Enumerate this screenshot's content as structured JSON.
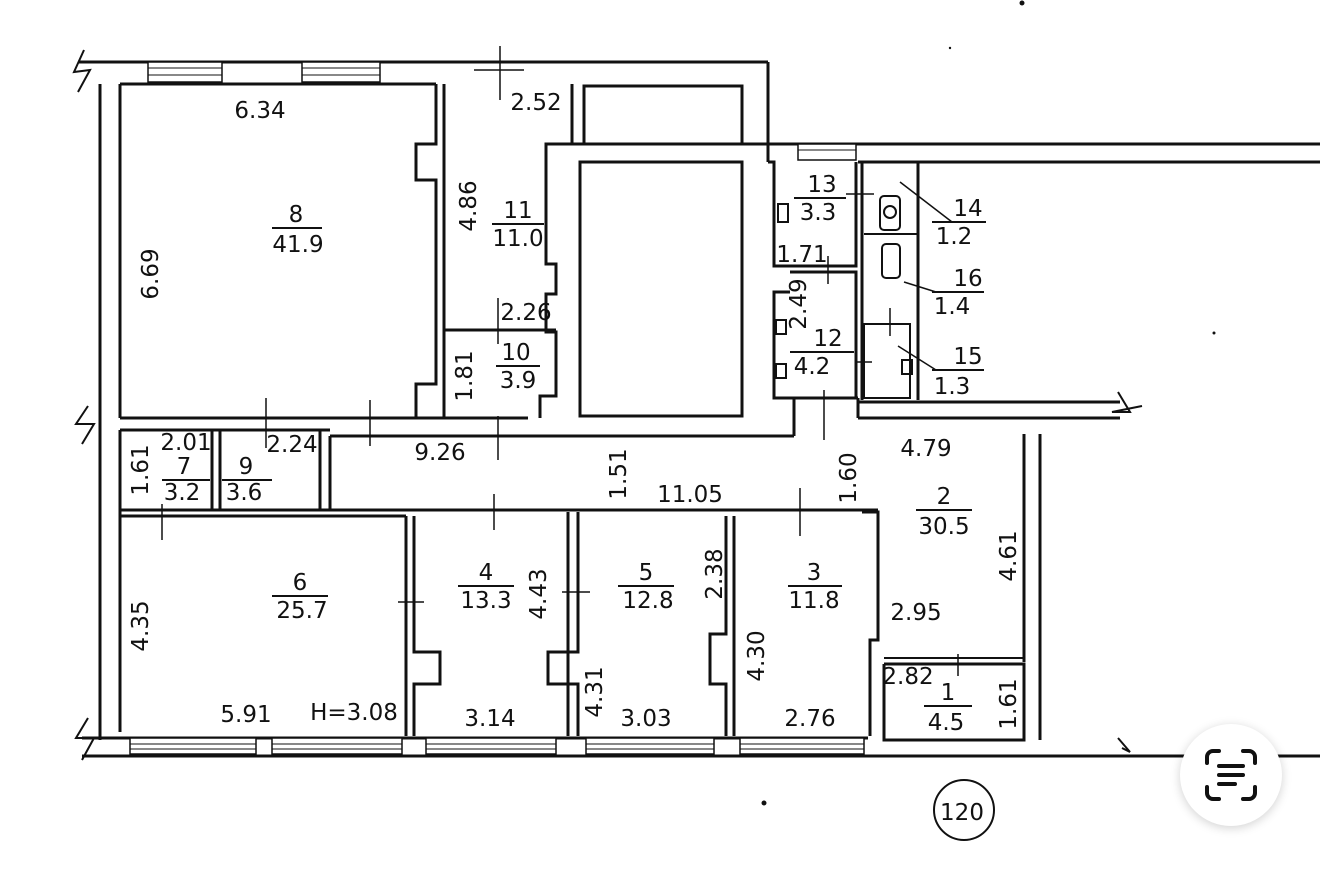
{
  "plan": {
    "building_number": "120",
    "ceiling_height": "H=3.08",
    "rooms": [
      {
        "id": "1",
        "number": "1",
        "area": "4.5"
      },
      {
        "id": "2",
        "number": "2",
        "area": "30.5"
      },
      {
        "id": "3",
        "number": "3",
        "area": "11.8"
      },
      {
        "id": "4",
        "number": "4",
        "area": "13.3"
      },
      {
        "id": "5",
        "number": "5",
        "area": "12.8"
      },
      {
        "id": "6",
        "number": "6",
        "area": "25.7"
      },
      {
        "id": "7",
        "number": "7",
        "area": "3.2"
      },
      {
        "id": "8",
        "number": "8",
        "area": "41.9"
      },
      {
        "id": "9",
        "number": "9",
        "area": "3.6"
      },
      {
        "id": "10",
        "number": "10",
        "area": "3.9"
      },
      {
        "id": "11",
        "number": "11",
        "area": "11.0"
      },
      {
        "id": "12",
        "number": "12",
        "area": "4.2"
      },
      {
        "id": "13",
        "number": "13",
        "area": "3.3"
      },
      {
        "id": "14",
        "number": "14",
        "area": "1.2"
      },
      {
        "id": "15",
        "number": "15",
        "area": "1.3"
      },
      {
        "id": "16",
        "number": "16",
        "area": "1.4"
      }
    ],
    "dimensions": [
      {
        "id": "d1",
        "value": "6.34"
      },
      {
        "id": "d2",
        "value": "6.69"
      },
      {
        "id": "d3",
        "value": "2.52"
      },
      {
        "id": "d4",
        "value": "4.86"
      },
      {
        "id": "d5",
        "value": "2.26"
      },
      {
        "id": "d6",
        "value": "1.81"
      },
      {
        "id": "d7",
        "value": "1.71"
      },
      {
        "id": "d8",
        "value": "2.49"
      },
      {
        "id": "d9",
        "value": "2.01"
      },
      {
        "id": "d10",
        "value": "2.24"
      },
      {
        "id": "d11",
        "value": "1.61"
      },
      {
        "id": "d12",
        "value": "9.26"
      },
      {
        "id": "d13",
        "value": "1.51"
      },
      {
        "id": "d14",
        "value": "11.05"
      },
      {
        "id": "d15",
        "value": "1.60"
      },
      {
        "id": "d16",
        "value": "4.79"
      },
      {
        "id": "d17",
        "value": "4.61"
      },
      {
        "id": "d18",
        "value": "2.95"
      },
      {
        "id": "d19",
        "value": "4.35"
      },
      {
        "id": "d20",
        "value": "4.43"
      },
      {
        "id": "d21",
        "value": "2.38"
      },
      {
        "id": "d22",
        "value": "4.31"
      },
      {
        "id": "d23",
        "value": "4.30"
      },
      {
        "id": "d24",
        "value": "2.82"
      },
      {
        "id": "d25",
        "value": "1.61"
      },
      {
        "id": "d26",
        "value": "5.91"
      },
      {
        "id": "d27",
        "value": "3.14"
      },
      {
        "id": "d28",
        "value": "3.03"
      },
      {
        "id": "d29",
        "value": "2.76"
      }
    ]
  },
  "overlay": {
    "scan_icon": "text-scan-icon"
  }
}
